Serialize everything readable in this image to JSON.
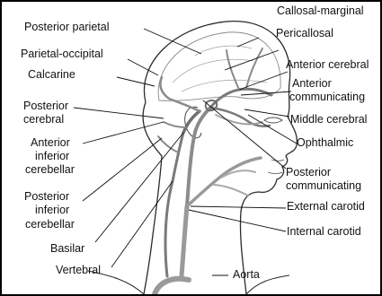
{
  "figure": {
    "labels": {
      "posterior_parietal": "Posterior parietal",
      "parietal_occipital": "Parietal-occipital",
      "calcarine": "Calcarine",
      "posterior_cerebral_1": "Posterior",
      "posterior_cerebral_2": "cerebral",
      "anterior_inferior_cerebellar_1": "Anterior",
      "anterior_inferior_cerebellar_2": "inferior",
      "anterior_inferior_cerebellar_3": "cerebellar",
      "posterior_inferior_cerebellar_1": "Posterior",
      "posterior_inferior_cerebellar_2": "inferior",
      "posterior_inferior_cerebellar_3": "cerebellar",
      "basilar": "Basilar",
      "vertebral": "Vertebral",
      "aorta": "Aorta",
      "callosal_marginal": "Callosal-marginal",
      "pericallosal": "Pericallosal",
      "anterior_cerebral": "Anterior cerebral",
      "anterior_communicating_1": "Anterior",
      "anterior_communicating_2": "communicating",
      "middle_cerebral": "Middle cerebral",
      "ophthalmic": "Ophthalmic",
      "posterior_communicating_1": "Posterior",
      "posterior_communicating_2": "communicating",
      "external_carotid": "External carotid",
      "internal_carotid": "Internal carotid"
    },
    "colors": {
      "outline": "#2b2b2b",
      "vessel": "#9a9a9a",
      "vessel_dark": "#6e6e6e",
      "leader": "#111111"
    }
  }
}
